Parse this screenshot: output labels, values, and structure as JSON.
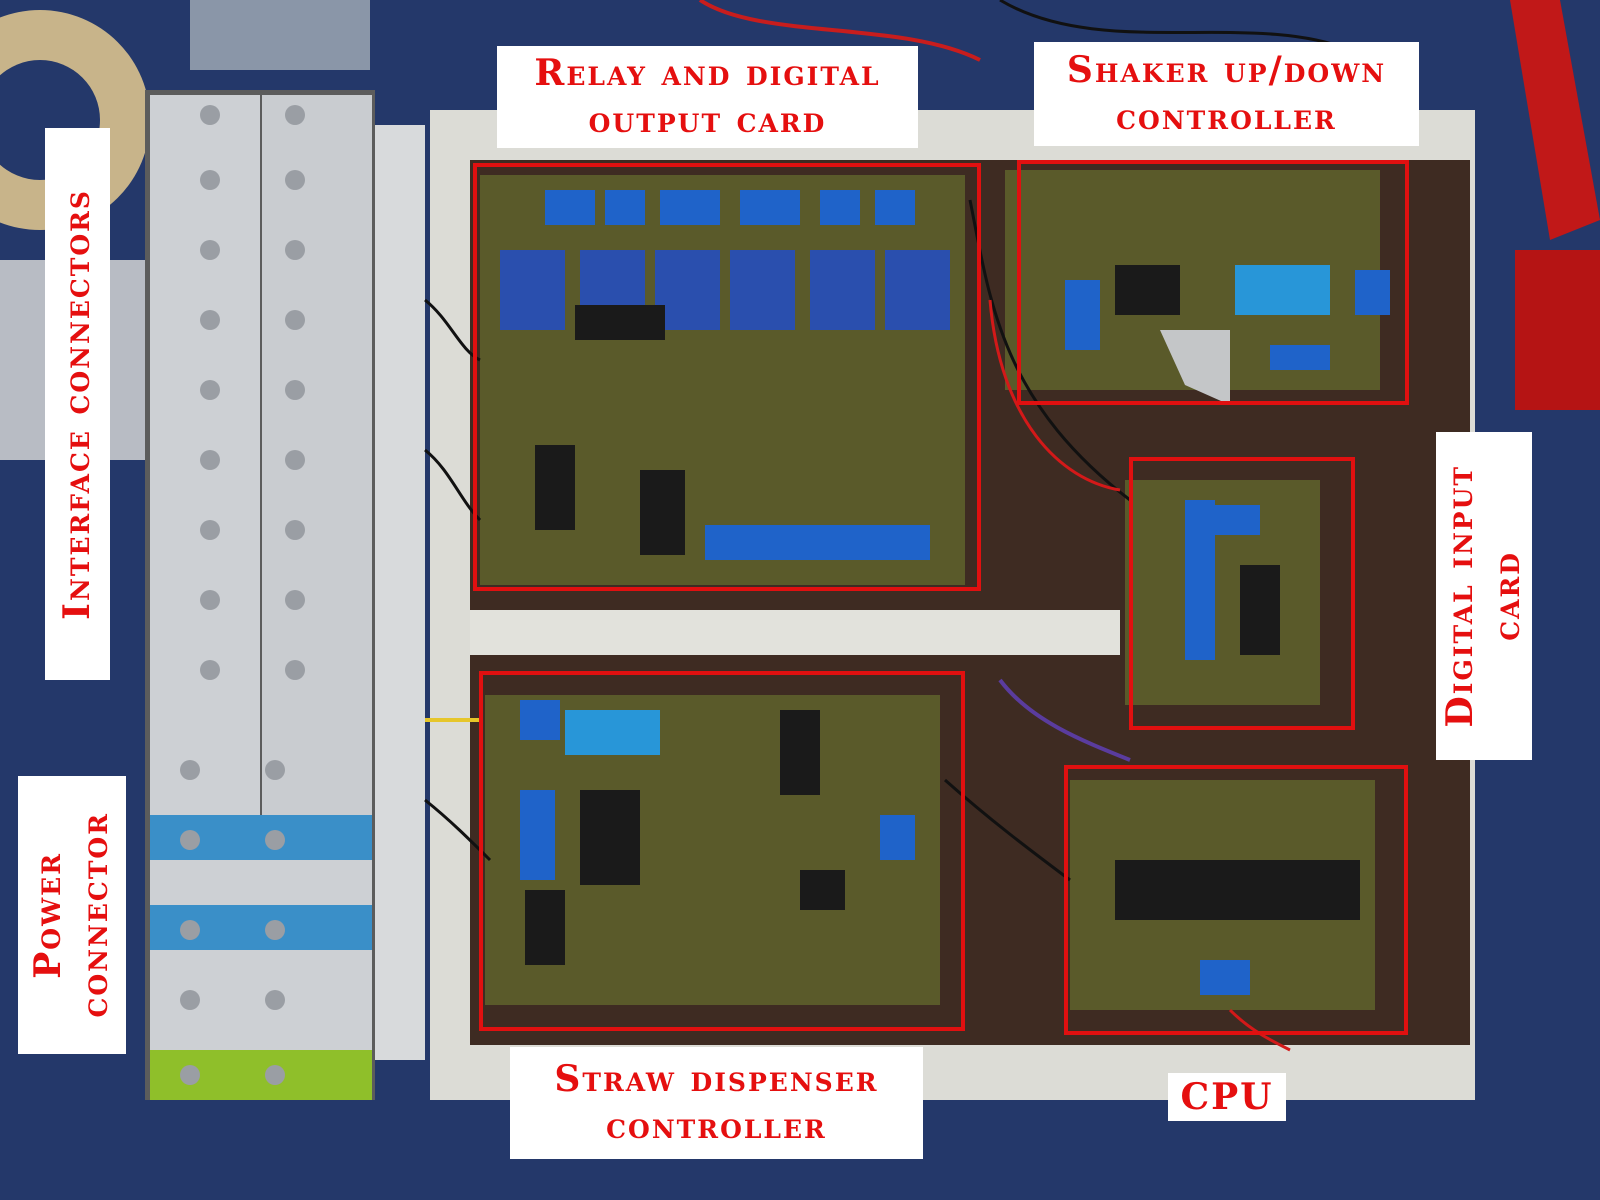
{
  "labels": {
    "relay_card": [
      "Relay and digital",
      "output card"
    ],
    "shaker": [
      "Shaker up/down",
      "controller"
    ],
    "interface": [
      "Interface connectors"
    ],
    "digital_input": [
      "Digital input",
      "card"
    ],
    "power": [
      "Power",
      "connector"
    ],
    "straw": [
      "Straw dispenser",
      "controller"
    ],
    "cpu": [
      "CPU"
    ]
  },
  "colors": {
    "label_text": "#e50f0f",
    "highlight_box": "#e01010",
    "pcb": "#5a5a2a",
    "table": "#24386a",
    "relay_blue": "#2a4fae",
    "terminal_grey": "#c9ccd0"
  }
}
